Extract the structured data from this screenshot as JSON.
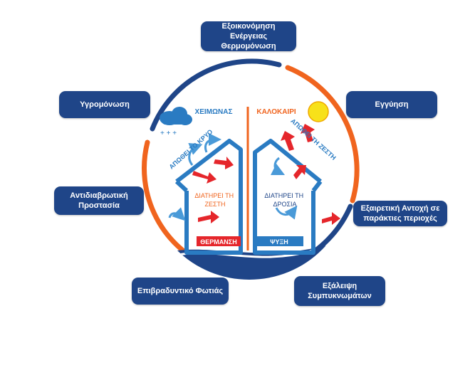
{
  "labels": {
    "energy": "Εξοικονόμηση Ενέργειας\nΘερμομόνωση",
    "humidity": "Υγρομόνωση",
    "warranty": "Εγγύηση",
    "corrosion": "Αντιδιαβρωτική\nΠροστασία",
    "coastal": "Εξαιρετική Αντοχή σε\nπαράκτιες περιοχές",
    "fire": "Επιβραδυντικό Φωτιάς",
    "condensation": "Εξάλειψη\nΣυμπυκνωμάτων"
  },
  "winter": {
    "title": "ΧΕΙΜΩΝΑΣ",
    "repels": "ΑΠΩΘΕΙ ΤΟ ΚΡΥΟ",
    "keeps": "ΔΙΑΤΗΡΕΙ ΤΗ\nΖΕΣΤΗ",
    "mode": "ΘΕΡΜΑΝΣΗ",
    "weather_icon": "snow-cloud-icon"
  },
  "summer": {
    "title": "ΚΑΛΟΚΑΙΡΙ",
    "repels": "ΑΠΩΘΕΙ ΤΗ ΖΕΣΤΗ",
    "keeps": "ΔΙΑΤΗΡΕΙ ΤΗ\nΔΡΟΣΙΑ",
    "mode": "ΨΥΞΗ",
    "weather_icon": "sun-icon"
  },
  "colors": {
    "navy": "#1f4588",
    "orange": "#f0641e",
    "red": "#e5262b",
    "blue_text": "#2a7bc2",
    "light_blue": "#4a9ad8",
    "sun": "#f7e11a"
  }
}
